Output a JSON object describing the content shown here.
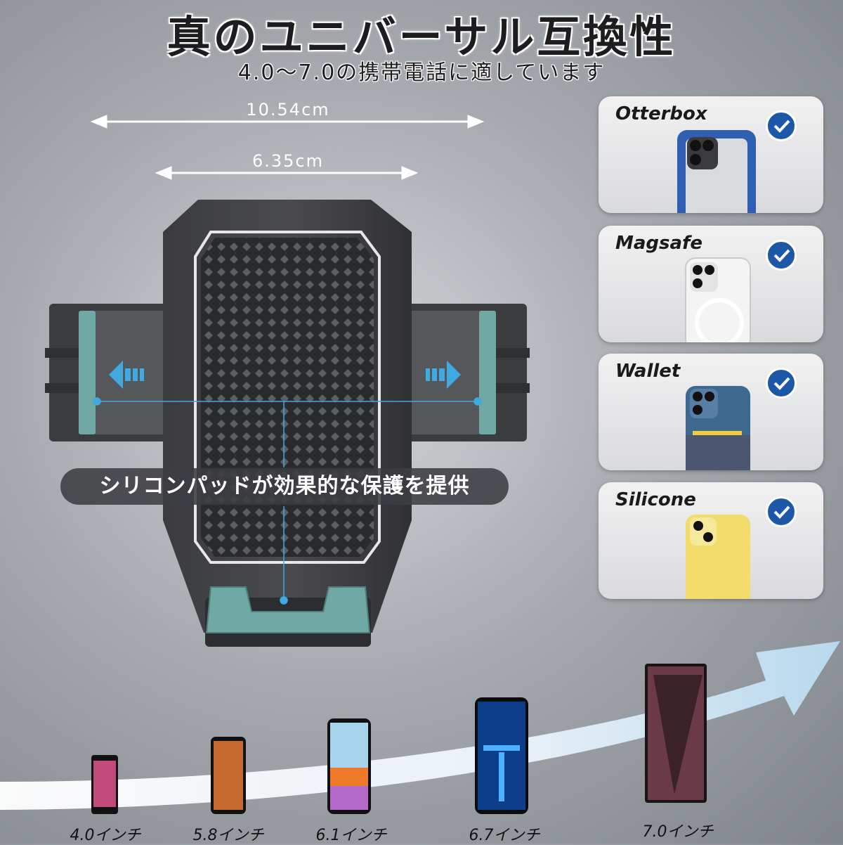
{
  "header": {
    "title": "真のユニバーサル互換性",
    "subtitle": "4.0～7.0の携帯電話に適しています"
  },
  "dimensions": {
    "outer_width": "10.54cm",
    "inner_width": "6.35cm"
  },
  "holder": {
    "pad_label": "シリコンパッドが効果的な保護を提供"
  },
  "cases": [
    {
      "label": "Otterbox",
      "checked": true
    },
    {
      "label": "Magsafe",
      "checked": true
    },
    {
      "label": "Wallet",
      "checked": true
    },
    {
      "label": "Silicone",
      "checked": true
    }
  ],
  "phone_sizes": [
    {
      "label": "4.0インチ"
    },
    {
      "label": "5.8インチ"
    },
    {
      "label": "6.1インチ"
    },
    {
      "label": "6.7インチ"
    },
    {
      "label": "7.0インチ"
    }
  ],
  "colors": {
    "accent_teal": "#6fa8a4",
    "check_blue": "#1d58a8",
    "arrow_blue": "#3fa9e0"
  }
}
